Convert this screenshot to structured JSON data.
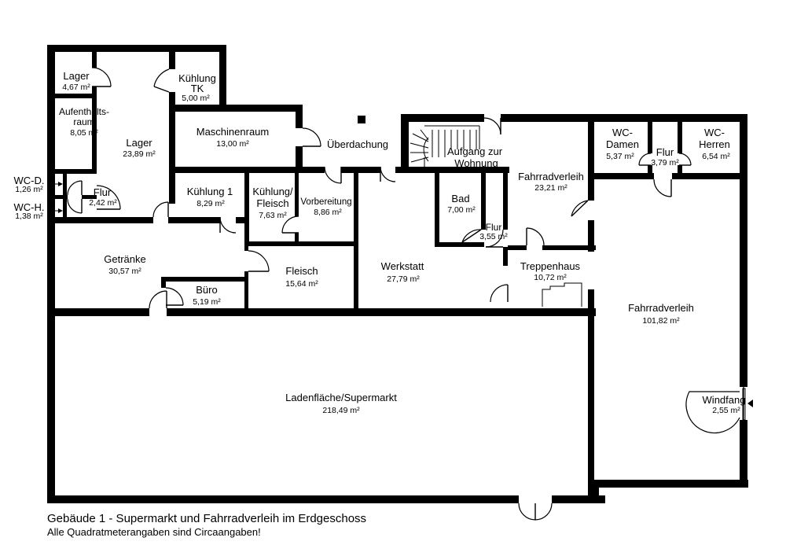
{
  "rooms": {
    "lager_small": {
      "name": "Lager",
      "area": "4,67 m²"
    },
    "kuehlung_tk": {
      "name": "Kühlung",
      "name2": "TK",
      "area": "5,00 m²"
    },
    "aufenthaltsraum": {
      "name": "Aufenthalts-",
      "name2": "raum",
      "area": "8,05 m²"
    },
    "lager_big": {
      "name": "Lager",
      "area": "23,89 m²"
    },
    "maschinenraum": {
      "name": "Maschinenraum",
      "area": "13,00 m²"
    },
    "ueberdachung": {
      "name": "Überdachung"
    },
    "aufgang": {
      "name": "Aufgang zur",
      "name2": "Wohnung"
    },
    "fahrradverleih_small": {
      "name": "Fahrradverleih",
      "area": "23,21 m²"
    },
    "wc_damen": {
      "name": "WC-",
      "name2": "Damen",
      "area": "5,37 m²"
    },
    "flur_wc": {
      "name": "Flur",
      "area": "3,79 m²"
    },
    "wc_herren": {
      "name": "WC-",
      "name2": "Herren",
      "area": "6,54 m²"
    },
    "wc_d": {
      "name": "WC-D.",
      "area": "1,26 m²"
    },
    "wc_h": {
      "name": "WC-H.",
      "area": "1,38 m²"
    },
    "flur_left": {
      "name": "Flur",
      "area": "2,42 m²"
    },
    "kuehlung1": {
      "name": "Kühlung 1",
      "area": "8,29 m²"
    },
    "kuehlung_fleisch": {
      "name": "Kühlung/",
      "name2": "Fleisch",
      "area": "7,63 m²"
    },
    "vorbereitung": {
      "name": "Vorbereitung",
      "area": "8,86 m²"
    },
    "bad": {
      "name": "Bad",
      "area": "7,00 m²"
    },
    "flur_bad": {
      "name": "Flur",
      "area": "3,55 m²"
    },
    "getraenke": {
      "name": "Getränke",
      "area": "30,57 m²"
    },
    "fleisch": {
      "name": "Fleisch",
      "area": "15,64 m²"
    },
    "werkstatt": {
      "name": "Werkstatt",
      "area": "27,79 m²"
    },
    "treppenhaus": {
      "name": "Treppenhaus",
      "area": "10,72 m²"
    },
    "buero": {
      "name": "Büro",
      "area": "5,19 m²"
    },
    "fahrradverleih_big": {
      "name": "Fahrradverleih",
      "area": "101,82 m²"
    },
    "ladenflaeche": {
      "name": "Ladenfläche/Supermarkt",
      "area": "218,49 m²"
    },
    "windfang": {
      "name": "Windfang",
      "area": "2,55 m²"
    }
  },
  "caption": {
    "title": "Gebäude 1 - Supermarkt und Fahrradverleih im Erdgeschoss",
    "subtitle": "Alle Quadratmeterangaben sind Circaangaben!"
  }
}
